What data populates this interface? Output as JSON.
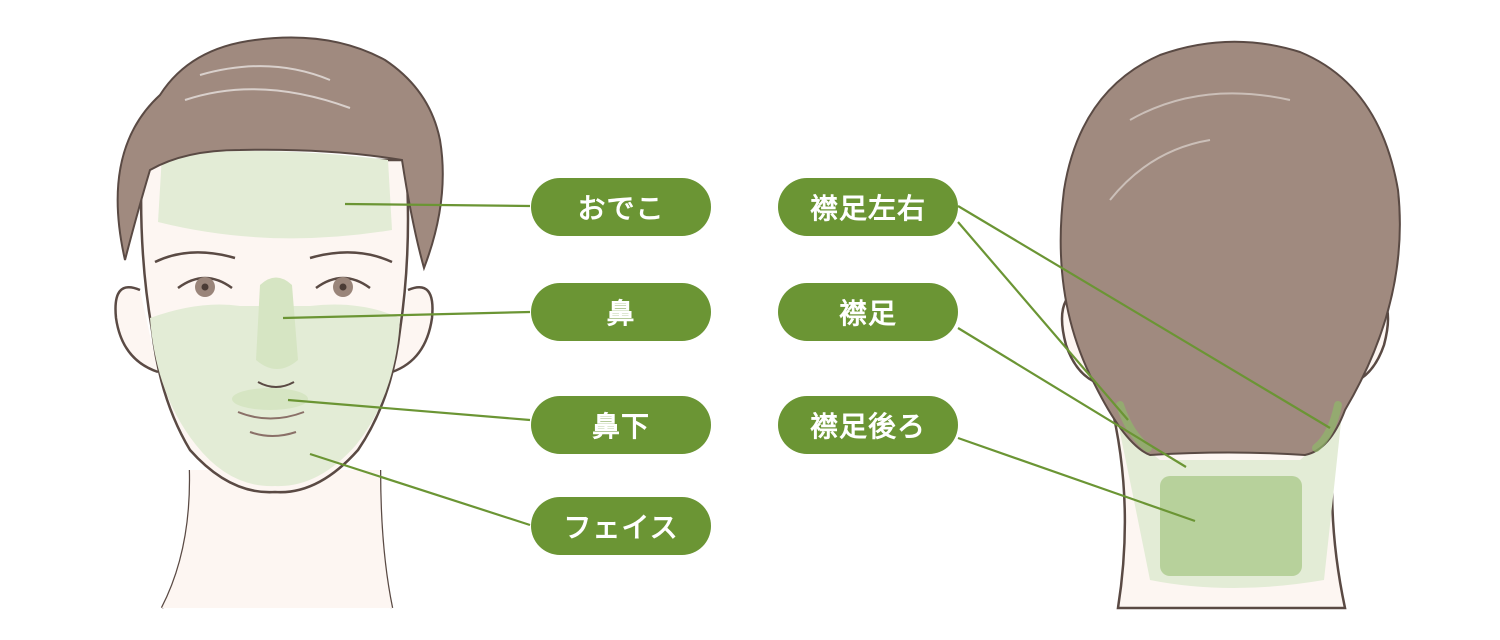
{
  "colors": {
    "label_bg": "#6b9534",
    "label_text": "#ffffff",
    "leader_line": "#6b9534",
    "zone_light": "#e3ecd6",
    "zone_dark": "#b7d19b",
    "hair": "#a08a7f",
    "skin_outline": "#5a4a44"
  },
  "front_labels": [
    "おでこ",
    "鼻",
    "鼻下",
    "フェイス"
  ],
  "back_labels": [
    "襟足左右",
    "襟足",
    "襟足後ろ"
  ]
}
